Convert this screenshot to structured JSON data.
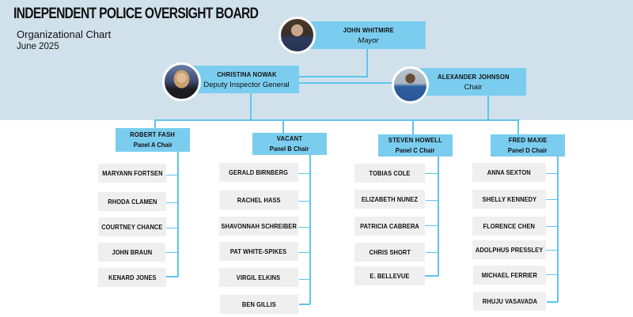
{
  "header": {
    "title": "INDEPENDENT POLICE OVERSIGHT BOARD",
    "subtitle": "Organizational Chart",
    "date": "June 2025"
  },
  "colors": {
    "band": "#d0e1ec",
    "box": "#7bcdef",
    "connector": "#5fc4ec",
    "member_box": "#efefef"
  },
  "leadership": {
    "mayor": {
      "name": "JOHN WHITMIRE",
      "role": "Mayor"
    },
    "deputy": {
      "name": "CHRISTINA NOWAK",
      "role": "Deputy Inspector General"
    },
    "chair": {
      "name": "ALEXANDER JOHNSON",
      "role": "Chair"
    }
  },
  "panels": [
    {
      "chair_name": "ROBERT FASH",
      "chair_role": "Panel A Chair",
      "members": [
        "MARYANN FORTSEN",
        "RHODA CLAMEN",
        "COURTNEY CHANCE",
        "JOHN BRAUN",
        "KENARD JONES"
      ]
    },
    {
      "chair_name": "VACANT",
      "chair_role": "Panel B Chair",
      "members": [
        "GERALD BIRNBERG",
        "RACHEL HASS",
        "SHAVONNAH SCHREIBER",
        "PAT WHITE-SPIKES",
        "VIRGIL ELKINS",
        "BEN GILLIS"
      ]
    },
    {
      "chair_name": "STEVEN HOWELL",
      "chair_role": "Panel C Chair",
      "members": [
        "TOBIAS COLE",
        "ELIZABETH NUNEZ",
        "PATRICIA CABRERA",
        "CHRIS SHORT",
        "E. BELLEVUE"
      ]
    },
    {
      "chair_name": "FRED MAXIE",
      "chair_role": "Panel D Chair",
      "members": [
        "ANNA SEXTON",
        "SHELLY KENNEDY",
        "FLORENCE CHEN",
        "ADOLPHUS PRESSLEY",
        "MICHAEL FERRIER",
        "RHUJU VASAVADA"
      ]
    }
  ]
}
